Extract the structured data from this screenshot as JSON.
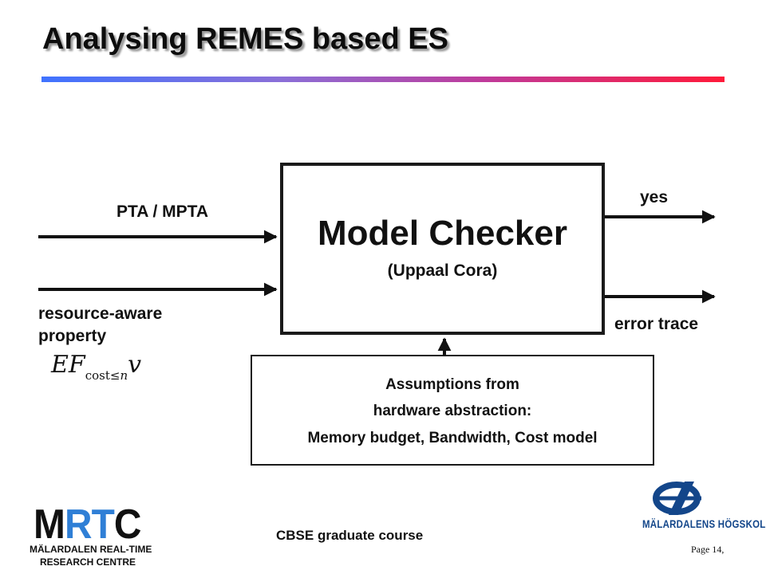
{
  "slide": {
    "title": "Analysing REMES based ES"
  },
  "diagram": {
    "model_checker": {
      "title": "Model Checker",
      "subtitle": "(Uppaal Cora)"
    },
    "inputs": {
      "pta": "PTA / MPTA",
      "property_line1": "resource-aware",
      "property_line2": "property",
      "formula_main": "EF",
      "formula_sub_cost": "cost",
      "formula_sub_le": "≤",
      "formula_sub_n": "n",
      "formula_v": "v"
    },
    "outputs": {
      "yes": "yes",
      "error_trace": "error trace"
    },
    "assumptions": {
      "line1": "Assumptions from",
      "line2": "hardware abstraction:",
      "line3": "Memory budget, Bandwidth, Cost model"
    }
  },
  "footer": {
    "course": "CBSE graduate course",
    "page": "Page 14,",
    "mrtc_logo_m": "M",
    "mrtc_logo_rt": "RT",
    "mrtc_logo_c": "C",
    "mrtc_line1": "MÄLARDALEN REAL-TIME",
    "mrtc_line2": "RESEARCH CENTRE",
    "mdh_name": "MÄLARDALENS HÖGSKOLA"
  },
  "colors": {
    "rule_start": "#3f73ff",
    "rule_end": "#ff1a3a",
    "mrtc_blue": "#2f7fd6",
    "mdh_blue": "#13468a"
  }
}
